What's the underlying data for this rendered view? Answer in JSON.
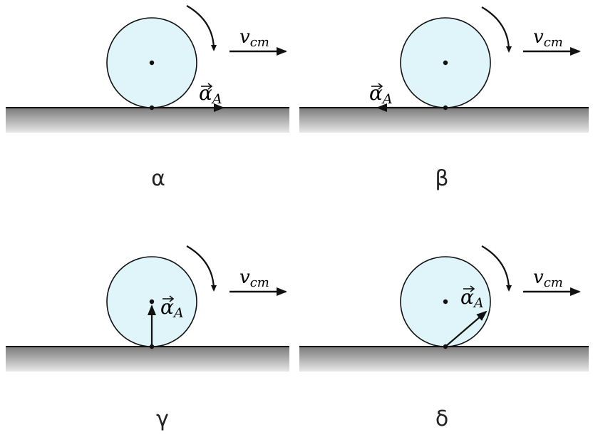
{
  "colors": {
    "disc_fill": "#dff5f9",
    "disc_stroke": "#111111",
    "ground_top": "#777777",
    "ground_bottom": "#e6e6e6",
    "arrow": "#111111",
    "caption": "#222222"
  },
  "labels": {
    "velocity_main": "v",
    "velocity_sub": "cm",
    "accel_main": "α",
    "accel_sub": "A"
  },
  "panels": [
    {
      "caption": "α",
      "accel_direction": "forward (horizontal, at contact point)"
    },
    {
      "caption": "β",
      "accel_direction": "backward (horizontal, at contact point)"
    },
    {
      "caption": "γ",
      "accel_direction": "upward (toward center)"
    },
    {
      "caption": "δ",
      "accel_direction": "diagonal (up and forward)"
    }
  ],
  "icons": {
    "rotation": "clockwise-arrow-icon",
    "velocity": "right-arrow-icon"
  }
}
